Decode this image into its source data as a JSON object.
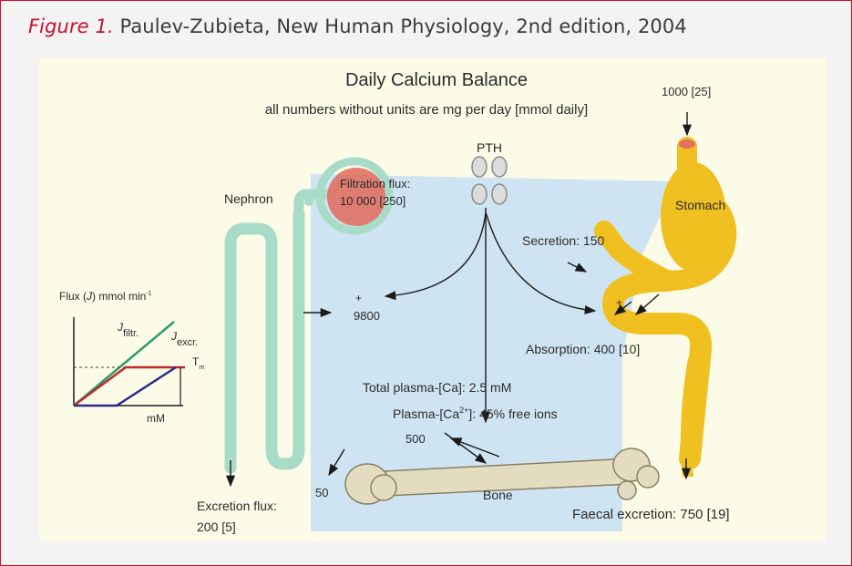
{
  "caption": {
    "figure_label": "Figure 1.",
    "citation": "Paulev-Zubieta, New Human Physiology, 2nd  edition, 2004"
  },
  "diagram": {
    "title": "Daily Calcium Balance",
    "subtitle": "all numbers without units are mg per day [mmol daily]",
    "intake": "1000 [25]",
    "pth": "PTH",
    "nephron": "Nephron",
    "filtration_label": "Filtration flux:",
    "filtration_value": "10 000 [250]",
    "stomach": "Stomach",
    "secretion": "Secretion: 150",
    "reabsorption_plus": "+",
    "reabsorption_value": "9800",
    "absorption_plus": "+",
    "absorption": "Absorption: 400 [10]",
    "total_plasma": "Total plasma-[Ca]: 2.5 mM",
    "plasma_free_prefix": "Plasma-[Ca",
    "plasma_free_sup": "2+",
    "plasma_free_suffix": "]: 45% free ions",
    "bone_flux": "500",
    "bone": "Bone",
    "renal_value": "50",
    "excretion_label": "Excretion flux:",
    "excretion_value": "200 [5]",
    "faecal": "Faecal excretion: 750 [19]"
  },
  "inset_graph": {
    "ylabel_prefix": "Flux (",
    "ylabel_symbol": "J",
    "ylabel_suffix": ") mmol min",
    "ylabel_exp": "-1",
    "filtr_symbol": "J",
    "filtr_sub": "filtr.",
    "excr_symbol": "J",
    "excr_sub": "excr.",
    "tm_symbol": "T",
    "tm_sub": "m",
    "xlabel": "mM"
  },
  "colors": {
    "frame": "#c8102e",
    "plasma": "#cfe4f2",
    "nephron": "#a9dcc8",
    "glomerulus": "#e06a5a",
    "gut": "#f0c020",
    "bone": "#e4dcc0",
    "filtration_line": "#2e9a6a",
    "tm_line": "#c0282a",
    "excretion_line": "#2a2a8c"
  },
  "icons": [
    "parathyroid-gland-icon",
    "bone-icon",
    "stomach-icon",
    "kidney-nephron-icon"
  ]
}
